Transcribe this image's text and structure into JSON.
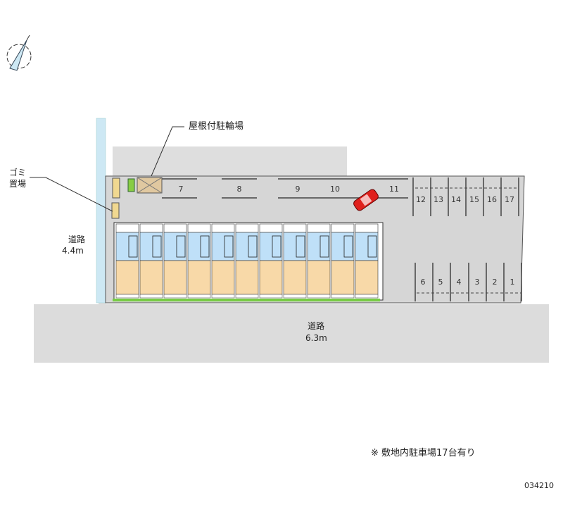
{
  "labels": {
    "bicycle_parking": "屋根付駐輪場",
    "garbage_line1": "ゴミ",
    "garbage_line2": "置場",
    "road_left_name": "道路",
    "road_left_width": "4.4m",
    "road_bottom_name": "道路",
    "road_bottom_width": "6.3m",
    "note": "※ 敷地内駐車場17台有り",
    "code": "034210"
  },
  "parking": {
    "top_row": [
      "7",
      "8",
      "9",
      "10",
      "11"
    ],
    "right_top": [
      "12",
      "13",
      "14",
      "15",
      "16",
      "17"
    ],
    "right_bottom": [
      "6",
      "5",
      "4",
      "3",
      "2",
      "1"
    ]
  },
  "building": {
    "units": 11
  },
  "colors": {
    "road": "#dcdcdc",
    "site": "#d6d6d6",
    "water": "#cde8f4",
    "room_blue": "#bfe0f8",
    "room_peach": "#f8d9a8",
    "car": "#e0201c"
  }
}
